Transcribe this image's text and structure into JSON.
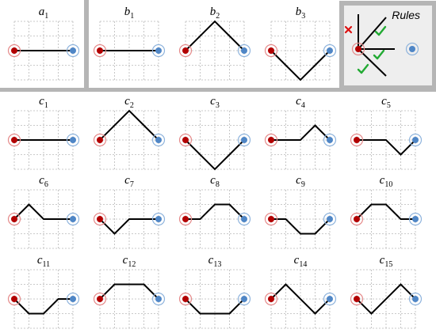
{
  "colors": {
    "start_node": "#b20000",
    "start_ring": "#e58a8a",
    "end_node": "#4f86c6",
    "end_ring": "#8fb4dd",
    "path": "#000000",
    "grid": "#b9b9b9",
    "divider": "#b5b5b5",
    "rules_bg": "#eeeeee",
    "check": "#22aa33",
    "cross": "#dd1111"
  },
  "rules": {
    "title": "Rules",
    "icons": [
      "cross-icon",
      "check-icon",
      "check-icon",
      "check-icon"
    ]
  },
  "panels": [
    {
      "letter": "a",
      "index": "1",
      "path": [
        [
          0,
          2
        ],
        [
          4,
          2
        ]
      ]
    },
    {
      "letter": "b",
      "index": "1",
      "path": [
        [
          0,
          2
        ],
        [
          4,
          2
        ]
      ]
    },
    {
      "letter": "b",
      "index": "2",
      "path": [
        [
          0,
          2
        ],
        [
          2,
          0
        ],
        [
          4,
          2
        ]
      ]
    },
    {
      "letter": "b",
      "index": "3",
      "path": [
        [
          0,
          2
        ],
        [
          2,
          4
        ],
        [
          4,
          2
        ]
      ]
    },
    {
      "letter": "c",
      "index": "1",
      "path": [
        [
          0,
          2
        ],
        [
          4,
          2
        ]
      ]
    },
    {
      "letter": "c",
      "index": "2",
      "path": [
        [
          0,
          2
        ],
        [
          2,
          0
        ],
        [
          4,
          2
        ]
      ]
    },
    {
      "letter": "c",
      "index": "3",
      "path": [
        [
          0,
          2
        ],
        [
          2,
          4
        ],
        [
          4,
          2
        ]
      ]
    },
    {
      "letter": "c",
      "index": "4",
      "path": [
        [
          0,
          2
        ],
        [
          2,
          2
        ],
        [
          3,
          1
        ],
        [
          4,
          2
        ]
      ]
    },
    {
      "letter": "c",
      "index": "5",
      "path": [
        [
          0,
          2
        ],
        [
          2,
          2
        ],
        [
          3,
          3
        ],
        [
          4,
          2
        ]
      ]
    },
    {
      "letter": "c",
      "index": "6",
      "path": [
        [
          0,
          2
        ],
        [
          1,
          1
        ],
        [
          2,
          2
        ],
        [
          4,
          2
        ]
      ]
    },
    {
      "letter": "c",
      "index": "7",
      "path": [
        [
          0,
          2
        ],
        [
          1,
          3
        ],
        [
          2,
          2
        ],
        [
          4,
          2
        ]
      ]
    },
    {
      "letter": "c",
      "index": "8",
      "path": [
        [
          0,
          2
        ],
        [
          1,
          2
        ],
        [
          2,
          1
        ],
        [
          3,
          1
        ],
        [
          4,
          2
        ]
      ]
    },
    {
      "letter": "c",
      "index": "9",
      "path": [
        [
          0,
          2
        ],
        [
          1,
          2
        ],
        [
          2,
          3
        ],
        [
          3,
          3
        ],
        [
          4,
          2
        ]
      ]
    },
    {
      "letter": "c",
      "index": "10",
      "path": [
        [
          0,
          2
        ],
        [
          1,
          1
        ],
        [
          2,
          1
        ],
        [
          3,
          2
        ],
        [
          4,
          2
        ]
      ]
    },
    {
      "letter": "c",
      "index": "11",
      "path": [
        [
          0,
          2
        ],
        [
          1,
          3
        ],
        [
          2,
          3
        ],
        [
          3,
          2
        ],
        [
          4,
          2
        ]
      ]
    },
    {
      "letter": "c",
      "index": "12",
      "path": [
        [
          0,
          2
        ],
        [
          1,
          1
        ],
        [
          3,
          1
        ],
        [
          4,
          2
        ]
      ]
    },
    {
      "letter": "c",
      "index": "13",
      "path": [
        [
          0,
          2
        ],
        [
          1,
          3
        ],
        [
          3,
          3
        ],
        [
          4,
          2
        ]
      ]
    },
    {
      "letter": "c",
      "index": "14",
      "path": [
        [
          0,
          2
        ],
        [
          1,
          1
        ],
        [
          3,
          3
        ],
        [
          4,
          2
        ]
      ]
    },
    {
      "letter": "c",
      "index": "15",
      "path": [
        [
          0,
          2
        ],
        [
          1,
          3
        ],
        [
          3,
          1
        ],
        [
          4,
          2
        ]
      ]
    }
  ]
}
